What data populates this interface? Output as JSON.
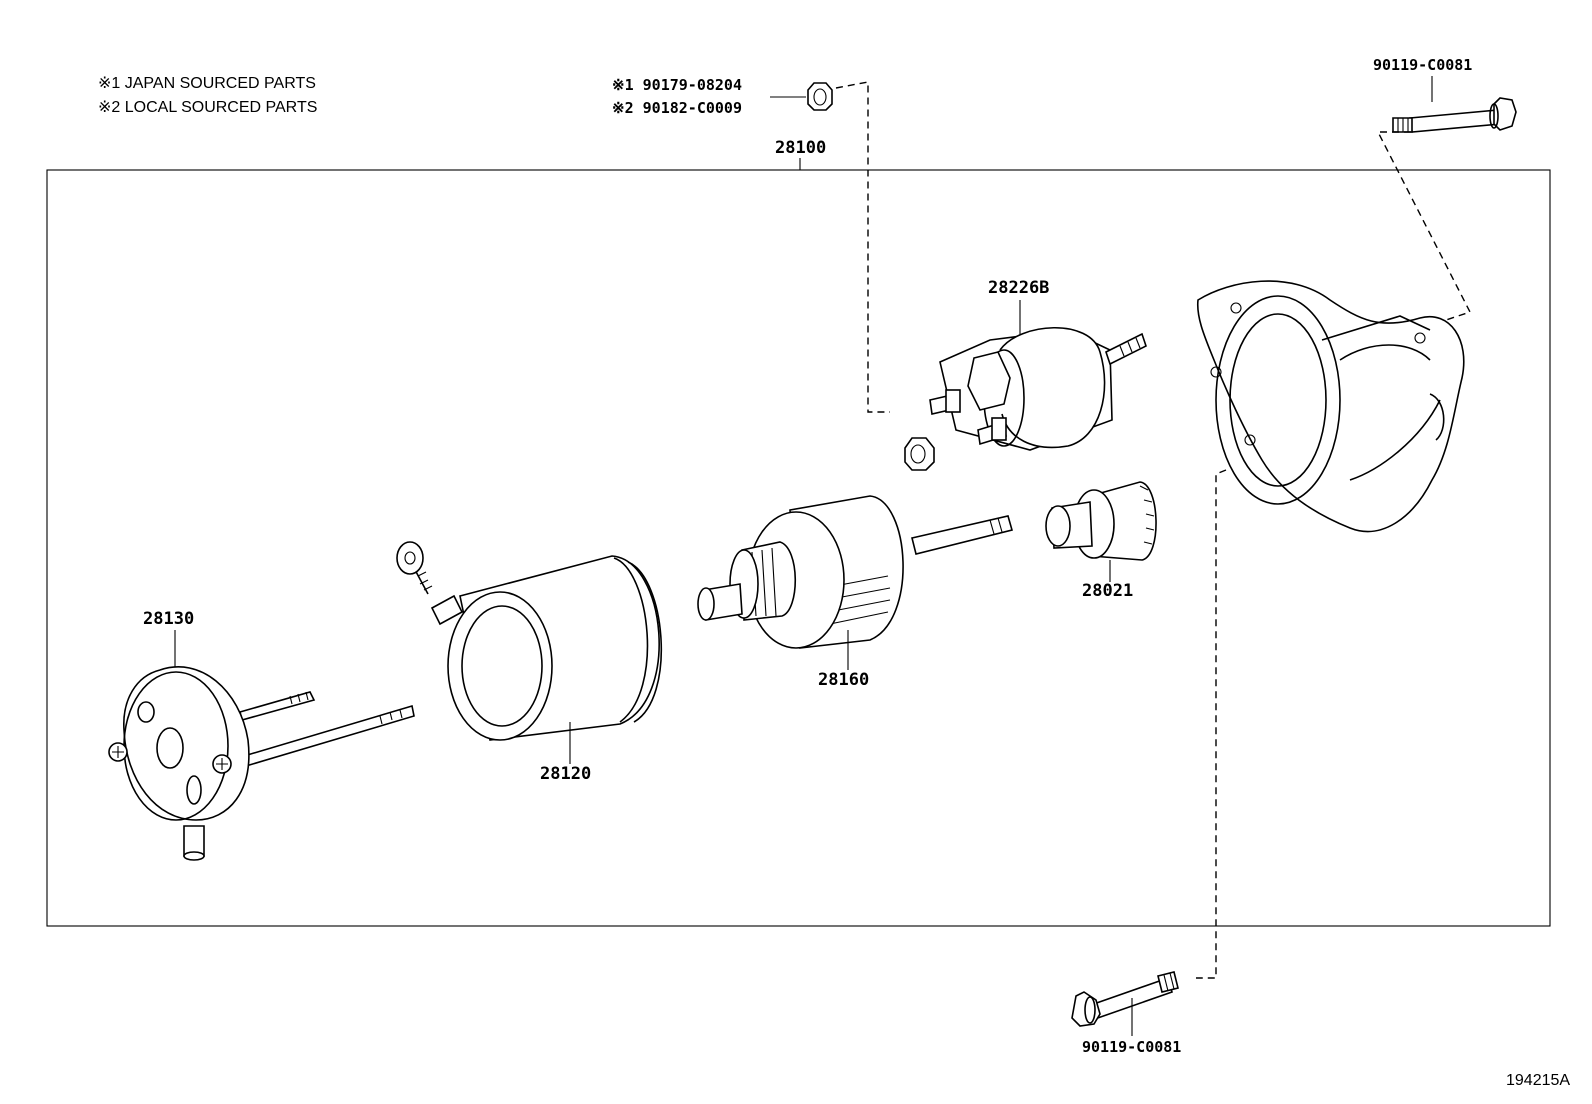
{
  "notes": [
    "※1 JAPAN SOURCED PARTS",
    "※2 LOCAL SOURCED PARTS"
  ],
  "nut_alternatives": [
    "※1  90179-08204",
    "※2  90182-C0009"
  ],
  "assembly_label": "28100",
  "parts": {
    "bolt_top": "90119-C0081",
    "bolt_bottom": "90119-C0081",
    "solenoid": "28226B",
    "pinion": "28021",
    "end_frame": "28130",
    "yoke": "28120",
    "armature": "28160"
  },
  "figure_code": "194215A"
}
